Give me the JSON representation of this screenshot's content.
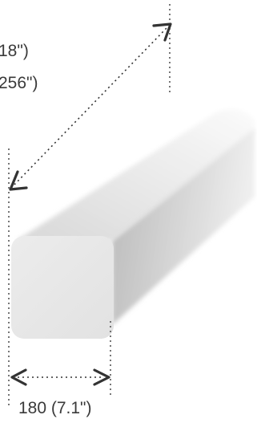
{
  "dimensions": {
    "top_line_1": "18\")",
    "top_line_2": "256\")",
    "bottom": "180 (7.1\")"
  }
}
